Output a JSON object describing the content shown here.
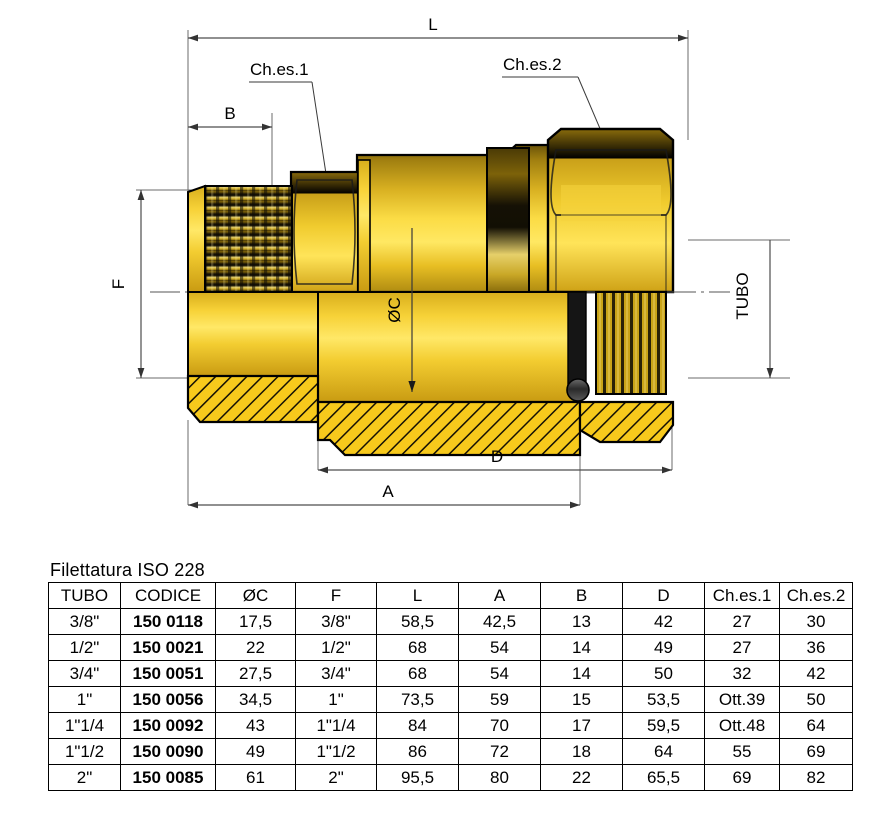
{
  "drawing": {
    "title": "brass-pipe-union-technical-drawing",
    "dimension_labels": {
      "overall_length": "L",
      "thread_length_b": "B",
      "across_flats_1": "Ch.es.1",
      "across_flats_2": "Ch.es.2",
      "hex_width_f": "F",
      "bore_diameter": "ØC",
      "length_d": "D",
      "length_a": "A",
      "tube_label": "TUBO"
    },
    "colors": {
      "brass_light": "#ffd92e",
      "brass_mid": "#e8b712",
      "brass_dark": "#5a4708",
      "brass_deep": "#2b2205",
      "hatch_fill": "#f5c61d",
      "outline": "#000000",
      "dimension_line": "#4d4d4d",
      "steel_dark": "#3a3a3a"
    }
  },
  "table": {
    "caption": "Filettatura ISO 228",
    "headers": [
      "TUBO",
      "CODICE",
      "ØC",
      "F",
      "L",
      "A",
      "B",
      "D",
      "Ch.es.1",
      "Ch.es.2"
    ],
    "rows": [
      [
        "3/8\"",
        "150 0118",
        "17,5",
        "3/8\"",
        "58,5",
        "42,5",
        "13",
        "42",
        "27",
        "30"
      ],
      [
        "1/2\"",
        "150 0021",
        "22",
        "1/2\"",
        "68",
        "54",
        "14",
        "49",
        "27",
        "36"
      ],
      [
        "3/4\"",
        "150 0051",
        "27,5",
        "3/4\"",
        "68",
        "54",
        "14",
        "50",
        "32",
        "42"
      ],
      [
        "1\"",
        "150 0056",
        "34,5",
        "1\"",
        "73,5",
        "59",
        "15",
        "53,5",
        "Ott.39",
        "50"
      ],
      [
        "1\"1/4",
        "150 0092",
        "43",
        "1\"1/4",
        "84",
        "70",
        "17",
        "59,5",
        "Ott.48",
        "64"
      ],
      [
        "1\"1/2",
        "150 0090",
        "49",
        "1\"1/2",
        "86",
        "72",
        "18",
        "64",
        "55",
        "69"
      ],
      [
        "2\"",
        "150 0085",
        "61",
        "2\"",
        "95,5",
        "80",
        "22",
        "65,5",
        "69",
        "82"
      ]
    ]
  }
}
